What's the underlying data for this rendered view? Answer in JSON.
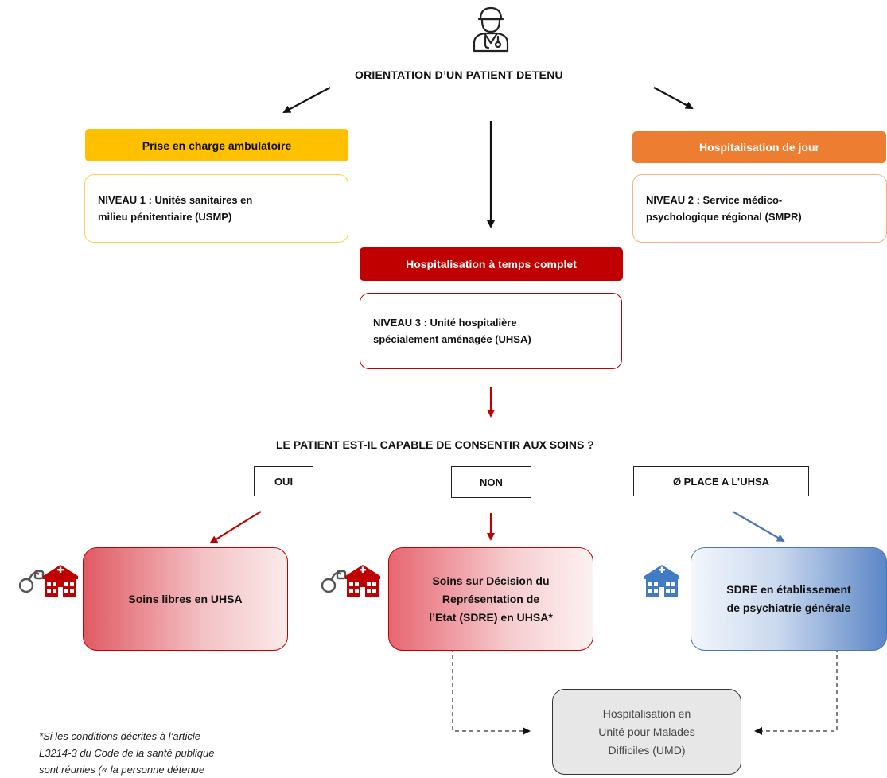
{
  "title": "ORIENTATION D’UN PATIENT DETENU",
  "headers": {
    "ambulatoire": "Prise en charge ambulatoire",
    "jour": "Hospitalisation de jour",
    "complet": "Hospitalisation à temps complet"
  },
  "levels": {
    "n1_line1": "NIVEAU 1 : Unités sanitaires en",
    "n1_line2": "milieu pénitentiaire (USMP)",
    "n2_line1": "NIVEAU 2 : Service médico-",
    "n2_line2": "psychologique régional (SMPR)",
    "n3_line1": "NIVEAU 3 : Unité hospitalière",
    "n3_line2": "spécialement aménagée (UHSA)"
  },
  "question": "LE PATIENT EST-IL CAPABLE DE CONSENTIR AUX SOINS ?",
  "answers": {
    "oui": "OUI",
    "non": "NON",
    "place": "Ø PLACE A L’UHSA"
  },
  "care": {
    "libre": "Soins libres en UHSA",
    "sdre_l1": "Soins sur Décision du",
    "sdre_l2": "Représentation de",
    "sdre_l3": "l’Etat (SDRE) en UHSA*",
    "general_l1": "SDRE en établissement",
    "general_l2": "de psychiatrie générale"
  },
  "umd": {
    "l1": "Hospitalisation en",
    "l2": "Unité pour Malades",
    "l3": "Difficiles (UMD)"
  },
  "footnote": {
    "l1": "*Si les conditions décrites à l’article",
    "l2": "L3214-3 du Code de la santé publique",
    "l3": "sont réunies (« la personne détenue"
  },
  "icons": [
    "doctor-icon",
    "handcuffs-icon",
    "hospital-icon"
  ],
  "colors": {
    "ambulatoire": "#ffc000",
    "jour": "#ed7d31",
    "complet": "#c00000",
    "general": "#4a76b5",
    "umd": "#e7e7e7"
  }
}
